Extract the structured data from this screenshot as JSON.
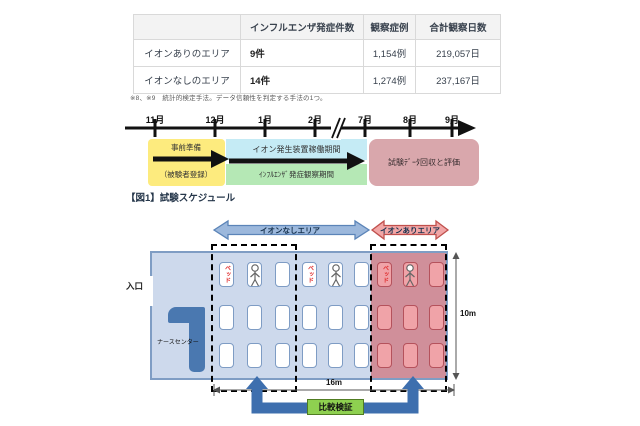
{
  "table": {
    "col_headers": [
      "",
      "インフルエンザ発症件数",
      "観察症例",
      "合計観察日数"
    ],
    "rows": [
      {
        "area": "イオンありのエリア",
        "flu_cases": "9件",
        "observed_cases": "1,154例",
        "total_days": "219,057日"
      },
      {
        "area": "イオンなしのエリア",
        "flu_cases": "14件",
        "observed_cases": "1,274例",
        "total_days": "237,167日"
      }
    ],
    "footnote": "※8、※9　統計的検定手法。データ信頼性を判定する手法の1つ。"
  },
  "timeline": {
    "months": [
      "11月",
      "12月",
      "1月",
      "2月",
      "7月",
      "8月",
      "9月"
    ],
    "prep_box_line1": "事前準備",
    "prep_box_line2": "（被験者登録）",
    "ion_device_period": "イオン発生装置稼働期間",
    "flu_observation_period": "ｲﾝﾌﾙｴﾝｻﾞ発症観察期間",
    "evaluation_box": "試験ﾃﾞｰﾀ回収と評価",
    "caption": "【図1】試験スケジュール"
  },
  "floorplan": {
    "no_ion_area_label": "イオンなしエリア",
    "ion_area_label": "イオンありエリア",
    "entrance_label": "入口",
    "nurse_center_label": "ナースセンター",
    "bed_label": "ベッド",
    "room_width": "16m",
    "room_height": "10m",
    "comparison_label": "比較検証"
  },
  "colors": {
    "prep_yellow": "#fdeb7e",
    "ion_period_blue": "#c5ebf5",
    "flu_period_green": "#b5e8b5",
    "evaluation_pink": "#d9a7ac",
    "no_ion_arrow_blue": "#9cb8dc",
    "ion_arrow_pink": "#f2a6a6",
    "building_fill": "#cdd9ec",
    "ion_zone_fill": "#d08f9a",
    "comparison_green": "#8ed050",
    "connector_blue": "#3e6fae",
    "bed_label_red": "#e02b2b"
  }
}
